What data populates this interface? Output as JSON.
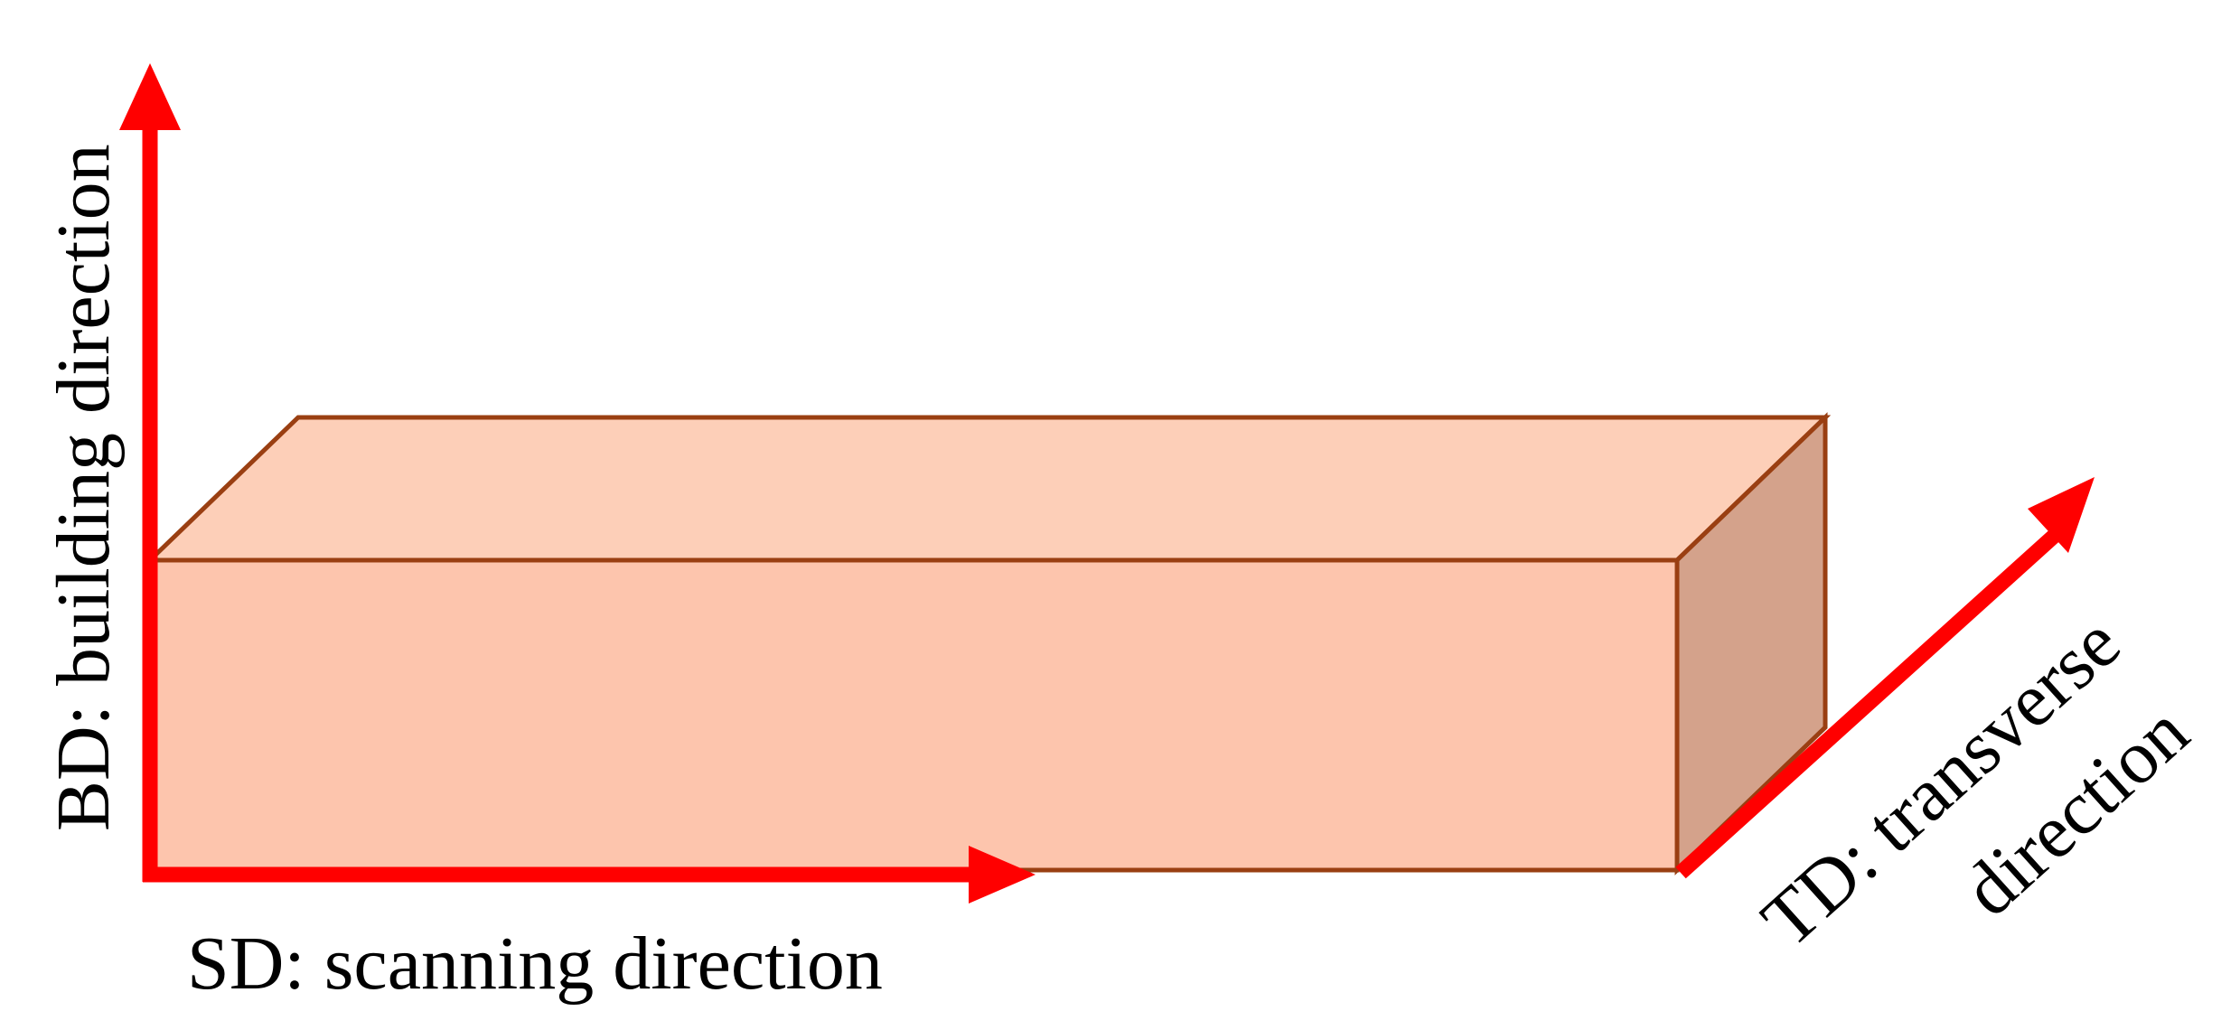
{
  "labels": {
    "bd": "BD: building direction",
    "sd": "SD: scanning direction",
    "td_line1": "TD: transverse",
    "td_line2": "direction"
  },
  "colors": {
    "arrow": "#ff0000",
    "front_face": "#fdc5ad",
    "top_face": "#fdcfb8",
    "side_face": "#d4a28b",
    "edge": "#9a3f12",
    "text": "#000000"
  }
}
